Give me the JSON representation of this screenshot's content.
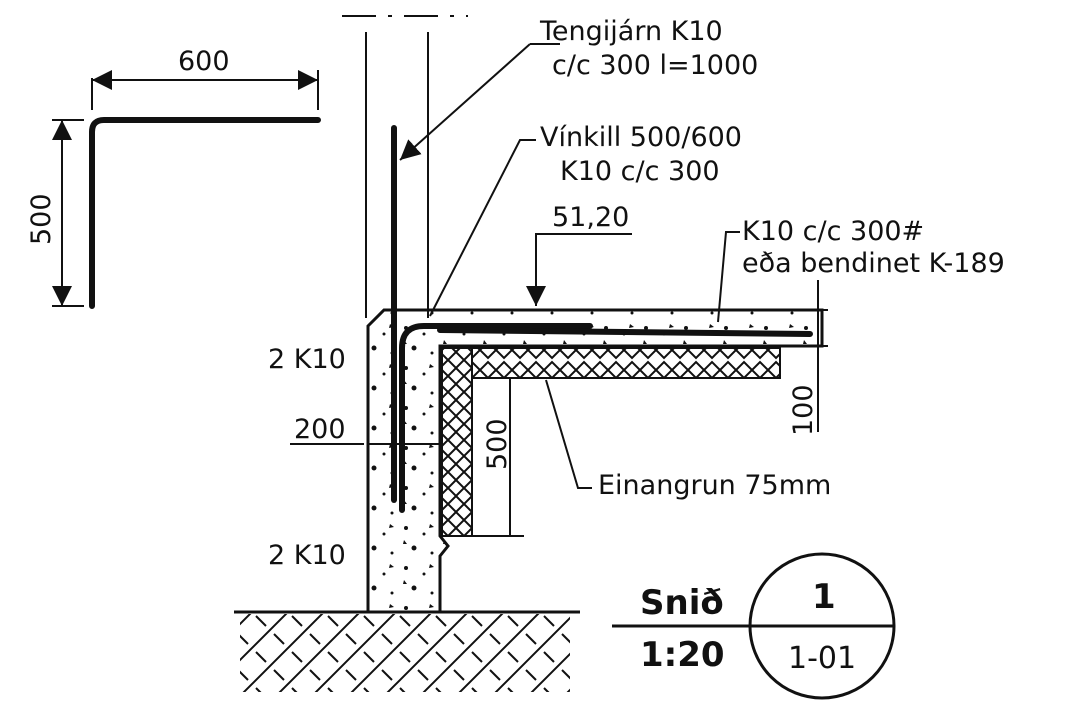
{
  "labels": {
    "tengijarn_1": "Tengijárn K10",
    "tengijarn_2": "c/c 300 l=1000",
    "vinkill_1": "Vínkill 500/600",
    "vinkill_2": "K10 c/c 300",
    "level": "51,20",
    "mesh_1": "K10 c/c 300#",
    "mesh_2": "eða bendinet K-189",
    "bars_top": "2 K10",
    "bars_bottom": "2 K10",
    "insulation": "Einangrun 75mm"
  },
  "dimensions": {
    "bar_length": "600",
    "bar_height": "500",
    "wall_thickness": "200",
    "insulation_depth": "500",
    "slab_thickness": "100"
  },
  "section": {
    "title": "Snið",
    "scale": "1:20",
    "number": "1",
    "sheet": "1-01"
  }
}
